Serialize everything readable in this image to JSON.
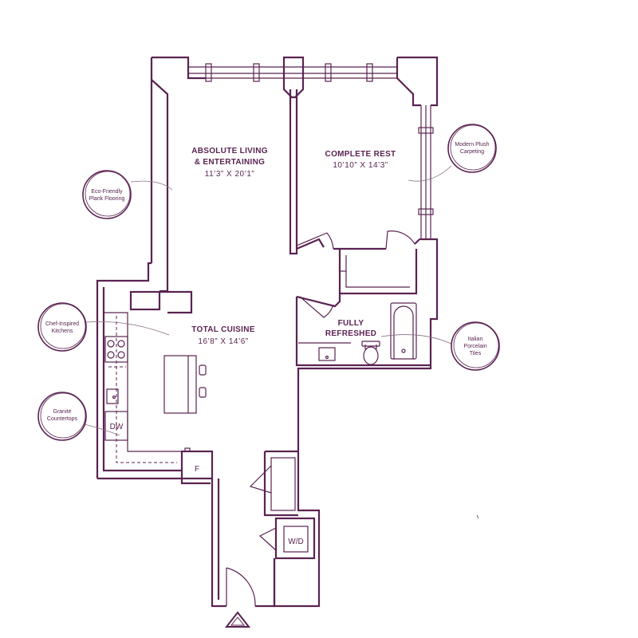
{
  "rooms": {
    "living": {
      "name_line1": "ABSOLUTE LIVING",
      "name_line2": "& ENTERTAINING",
      "dimensions": "11’3” X 20’1”"
    },
    "bedroom": {
      "name": "COMPLETE REST",
      "dimensions": "10’10” X 14’3”"
    },
    "kitchen": {
      "name": "TOTAL CUISINE",
      "dimensions": "16’8” X 14’6”"
    },
    "bath": {
      "name_line1": "FULLY",
      "name_line2": "REFRESHED"
    }
  },
  "callouts": {
    "flooring": {
      "line1": "Eco-Friendly",
      "line2": "Plank Flooring"
    },
    "carpeting": {
      "line1": "Modern Plush",
      "line2": "Carpeting"
    },
    "kitchens": {
      "line1": "Chef-Inspired",
      "line2": "Kitchens"
    },
    "countertops": {
      "line1": "Granite",
      "line2": "Countertops"
    },
    "tiles": {
      "line1": "Italian",
      "line2": "Porcelain",
      "line3": "Tiles"
    }
  },
  "fixtures": {
    "dishwasher": "DW",
    "fridge": "F",
    "washer_dryer": "W/D"
  },
  "colors": {
    "line": "#5a2352",
    "background": "#ffffff"
  },
  "icons": {
    "entry": "entry-arrow-icon"
  }
}
